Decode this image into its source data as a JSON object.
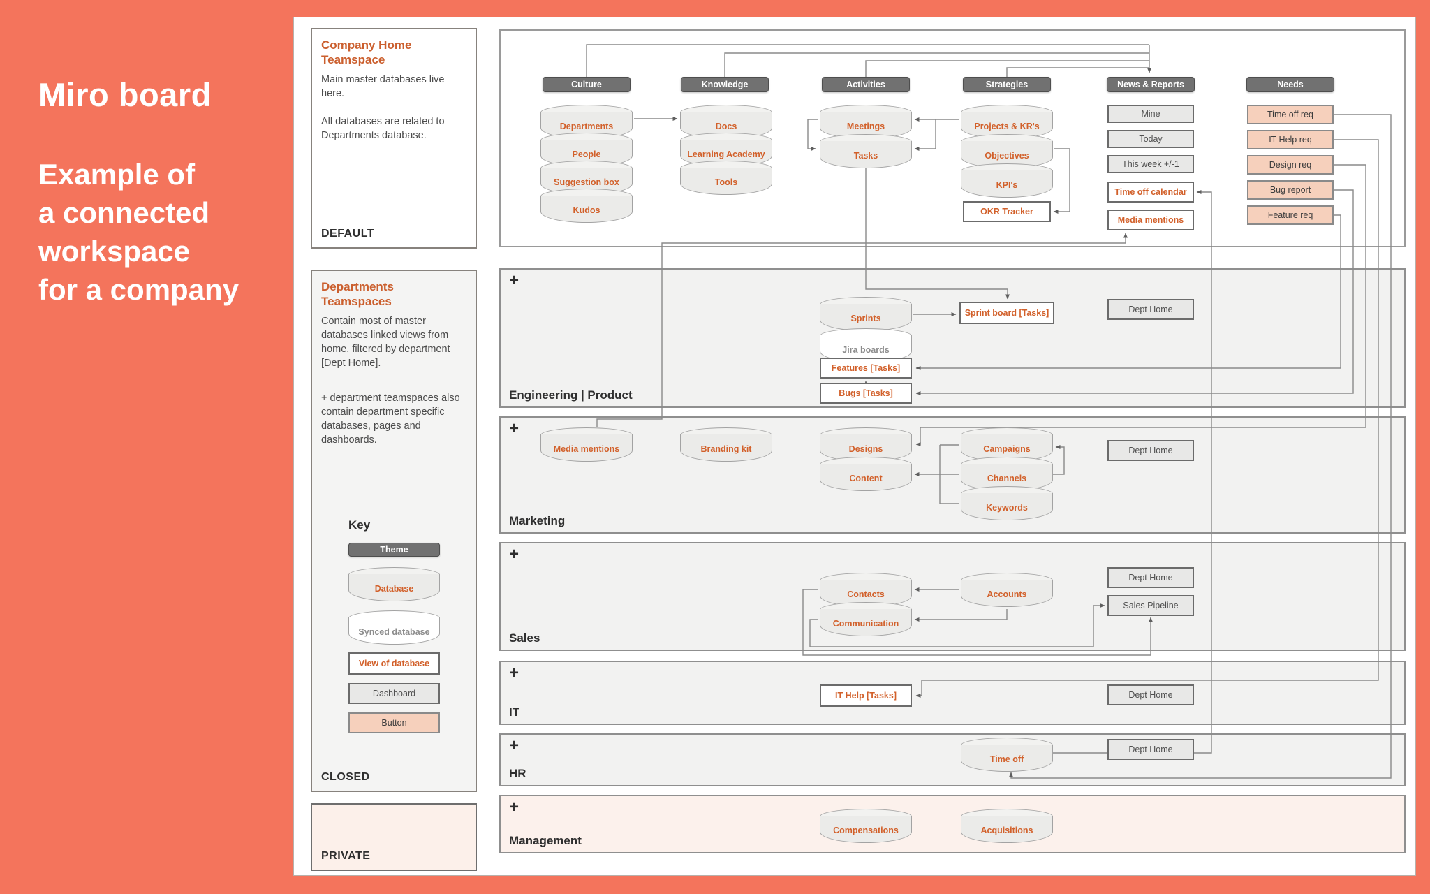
{
  "colors": {
    "banner": "#f4745c",
    "accent_orange": "#d2602a",
    "theme_pill": "#717171",
    "peach_button": "#f6d0bc",
    "private_bg": "#fcf0ea",
    "row_bg": "#f2f2f1"
  },
  "banner": {
    "title": "Miro board",
    "subtitle": "Example of\na connected\nworkspace\nfor a company"
  },
  "panels": {
    "default": {
      "title": "Company Home Teamspace",
      "body1": "Main master databases live here.",
      "body2": "All databases are related to Departments database.",
      "footer": "DEFAULT"
    },
    "departments": {
      "title": "Departments Teamspaces",
      "body1": "Contain most of master databases linked views from home, filtered by department [Dept Home].",
      "body2": "+ department teamspaces also contain department specific databases, pages and dashboards.",
      "key_title": "Key",
      "footer": "CLOSED"
    },
    "private": {
      "footer": "PRIVATE"
    }
  },
  "key": {
    "theme": "Theme",
    "database": "Database",
    "synced": "Synced database",
    "view": "View of database",
    "dashboard": "Dashboard",
    "button": "Button"
  },
  "themes": {
    "culture": "Culture",
    "knowledge": "Knowledge",
    "activities": "Activities",
    "strategies": "Strategies",
    "news": "News & Reports",
    "needs": "Needs"
  },
  "home": {
    "culture": [
      "Departments",
      "People",
      "Suggestion box",
      "Kudos"
    ],
    "knowledge": [
      "Docs",
      "Learning Academy",
      "Tools"
    ],
    "activities": [
      "Meetings",
      "Tasks"
    ],
    "strategies": [
      "Projects & KR's",
      "Objectives",
      "KPI's"
    ],
    "okr_tracker": "OKR Tracker",
    "news_dashboards": [
      "Mine",
      "Today",
      "This week +/-1"
    ],
    "news_views": [
      "Time off calendar",
      "Media mentions"
    ],
    "needs": [
      "Time off req",
      "IT Help req",
      "Design req",
      "Bug report",
      "Feature req"
    ]
  },
  "rows": {
    "engineering": {
      "plus": "+",
      "label": "Engineering | Product",
      "sprints": "Sprints",
      "jira": "Jira boards",
      "features": "Features [Tasks]",
      "bugs": "Bugs [Tasks]",
      "sprint_board": "Sprint board [Tasks]",
      "dept_home": "Dept Home"
    },
    "marketing": {
      "plus": "+",
      "label": "Marketing",
      "media": "Media mentions",
      "branding": "Branding kit",
      "designs": "Designs",
      "content": "Content",
      "campaigns": "Campaigns",
      "channels": "Channels",
      "keywords": "Keywords",
      "dept_home": "Dept Home"
    },
    "sales": {
      "plus": "+",
      "label": "Sales",
      "contacts": "Contacts",
      "communication": "Communication",
      "accounts": "Accounts",
      "dept_home": "Dept Home",
      "pipeline": "Sales Pipeline"
    },
    "it": {
      "plus": "+",
      "label": "IT",
      "it_help": "IT Help [Tasks]",
      "dept_home": "Dept Home"
    },
    "hr": {
      "plus": "+",
      "label": "HR",
      "time_off": "Time off",
      "dept_home": "Dept Home"
    },
    "management": {
      "plus": "+",
      "label": "Management",
      "compensations": "Compensations",
      "acquisitions": "Acquisitions"
    }
  }
}
